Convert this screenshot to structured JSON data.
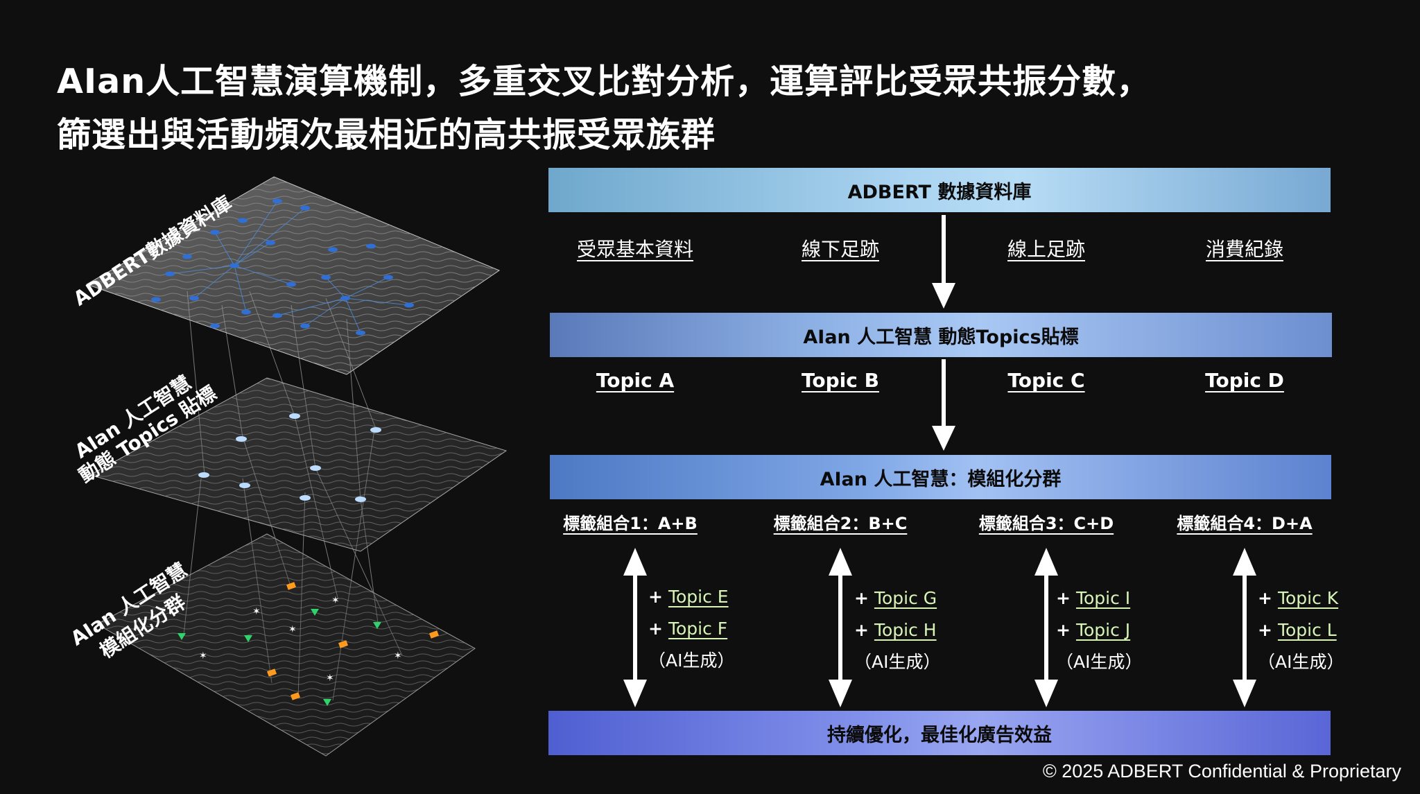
{
  "title": {
    "line1": "AIan人工智慧演算機制，多重交叉比對分析，運算評比受眾共振分數，",
    "line2": "篩選出與活動頻次最相近的高共振受眾族群"
  },
  "layers": {
    "top": "ADBERT數據資料庫",
    "middle_line1": "AIan 人工智慧",
    "middle_line2": "動態 Topics 貼標",
    "bottom_line1": "AIan 人工智慧",
    "bottom_line2": "模組化分群"
  },
  "flow": {
    "database_band": "ADBERT 數據資料庫",
    "data_sources": [
      "受眾基本資料",
      "線下足跡",
      "線上足跡",
      "消費紀錄"
    ],
    "topics_band": "AIan 人工智慧 動態Topics貼標",
    "topics": [
      "Topic A",
      "Topic B",
      "Topic C",
      "Topic D"
    ],
    "cluster_band": "AIan 人工智慧：模組化分群",
    "combos": [
      {
        "label": "標籤組合1：A+B",
        "plus": "+",
        "topic1": "Topic E",
        "topic2": "Topic F",
        "note": "（AI生成）"
      },
      {
        "label": "標籤組合2：B+C",
        "plus": "+",
        "topic1": "Topic G",
        "topic2": "Topic H",
        "note": "（AI生成）"
      },
      {
        "label": "標籤組合3：C+D",
        "plus": "+",
        "topic1": "Topic I",
        "topic2": "Topic J",
        "note": "（AI生成）"
      },
      {
        "label": "標籤組合4：D+A",
        "plus": "+",
        "topic1": "Topic K",
        "topic2": "Topic L",
        "note": "（AI生成）"
      }
    ],
    "optimize_band": "持續優化，最佳化廣告效益"
  },
  "footer": "© 2025 ADBERT Confidential & Proprietary",
  "colors": {
    "background": "#0f0f0f",
    "generated_topic": "#d8f5b7",
    "node_blue": "#2f6fd6",
    "node_light": "#bcdcff",
    "marker_orange": "#ff9a1f",
    "marker_green": "#2ed36b"
  }
}
